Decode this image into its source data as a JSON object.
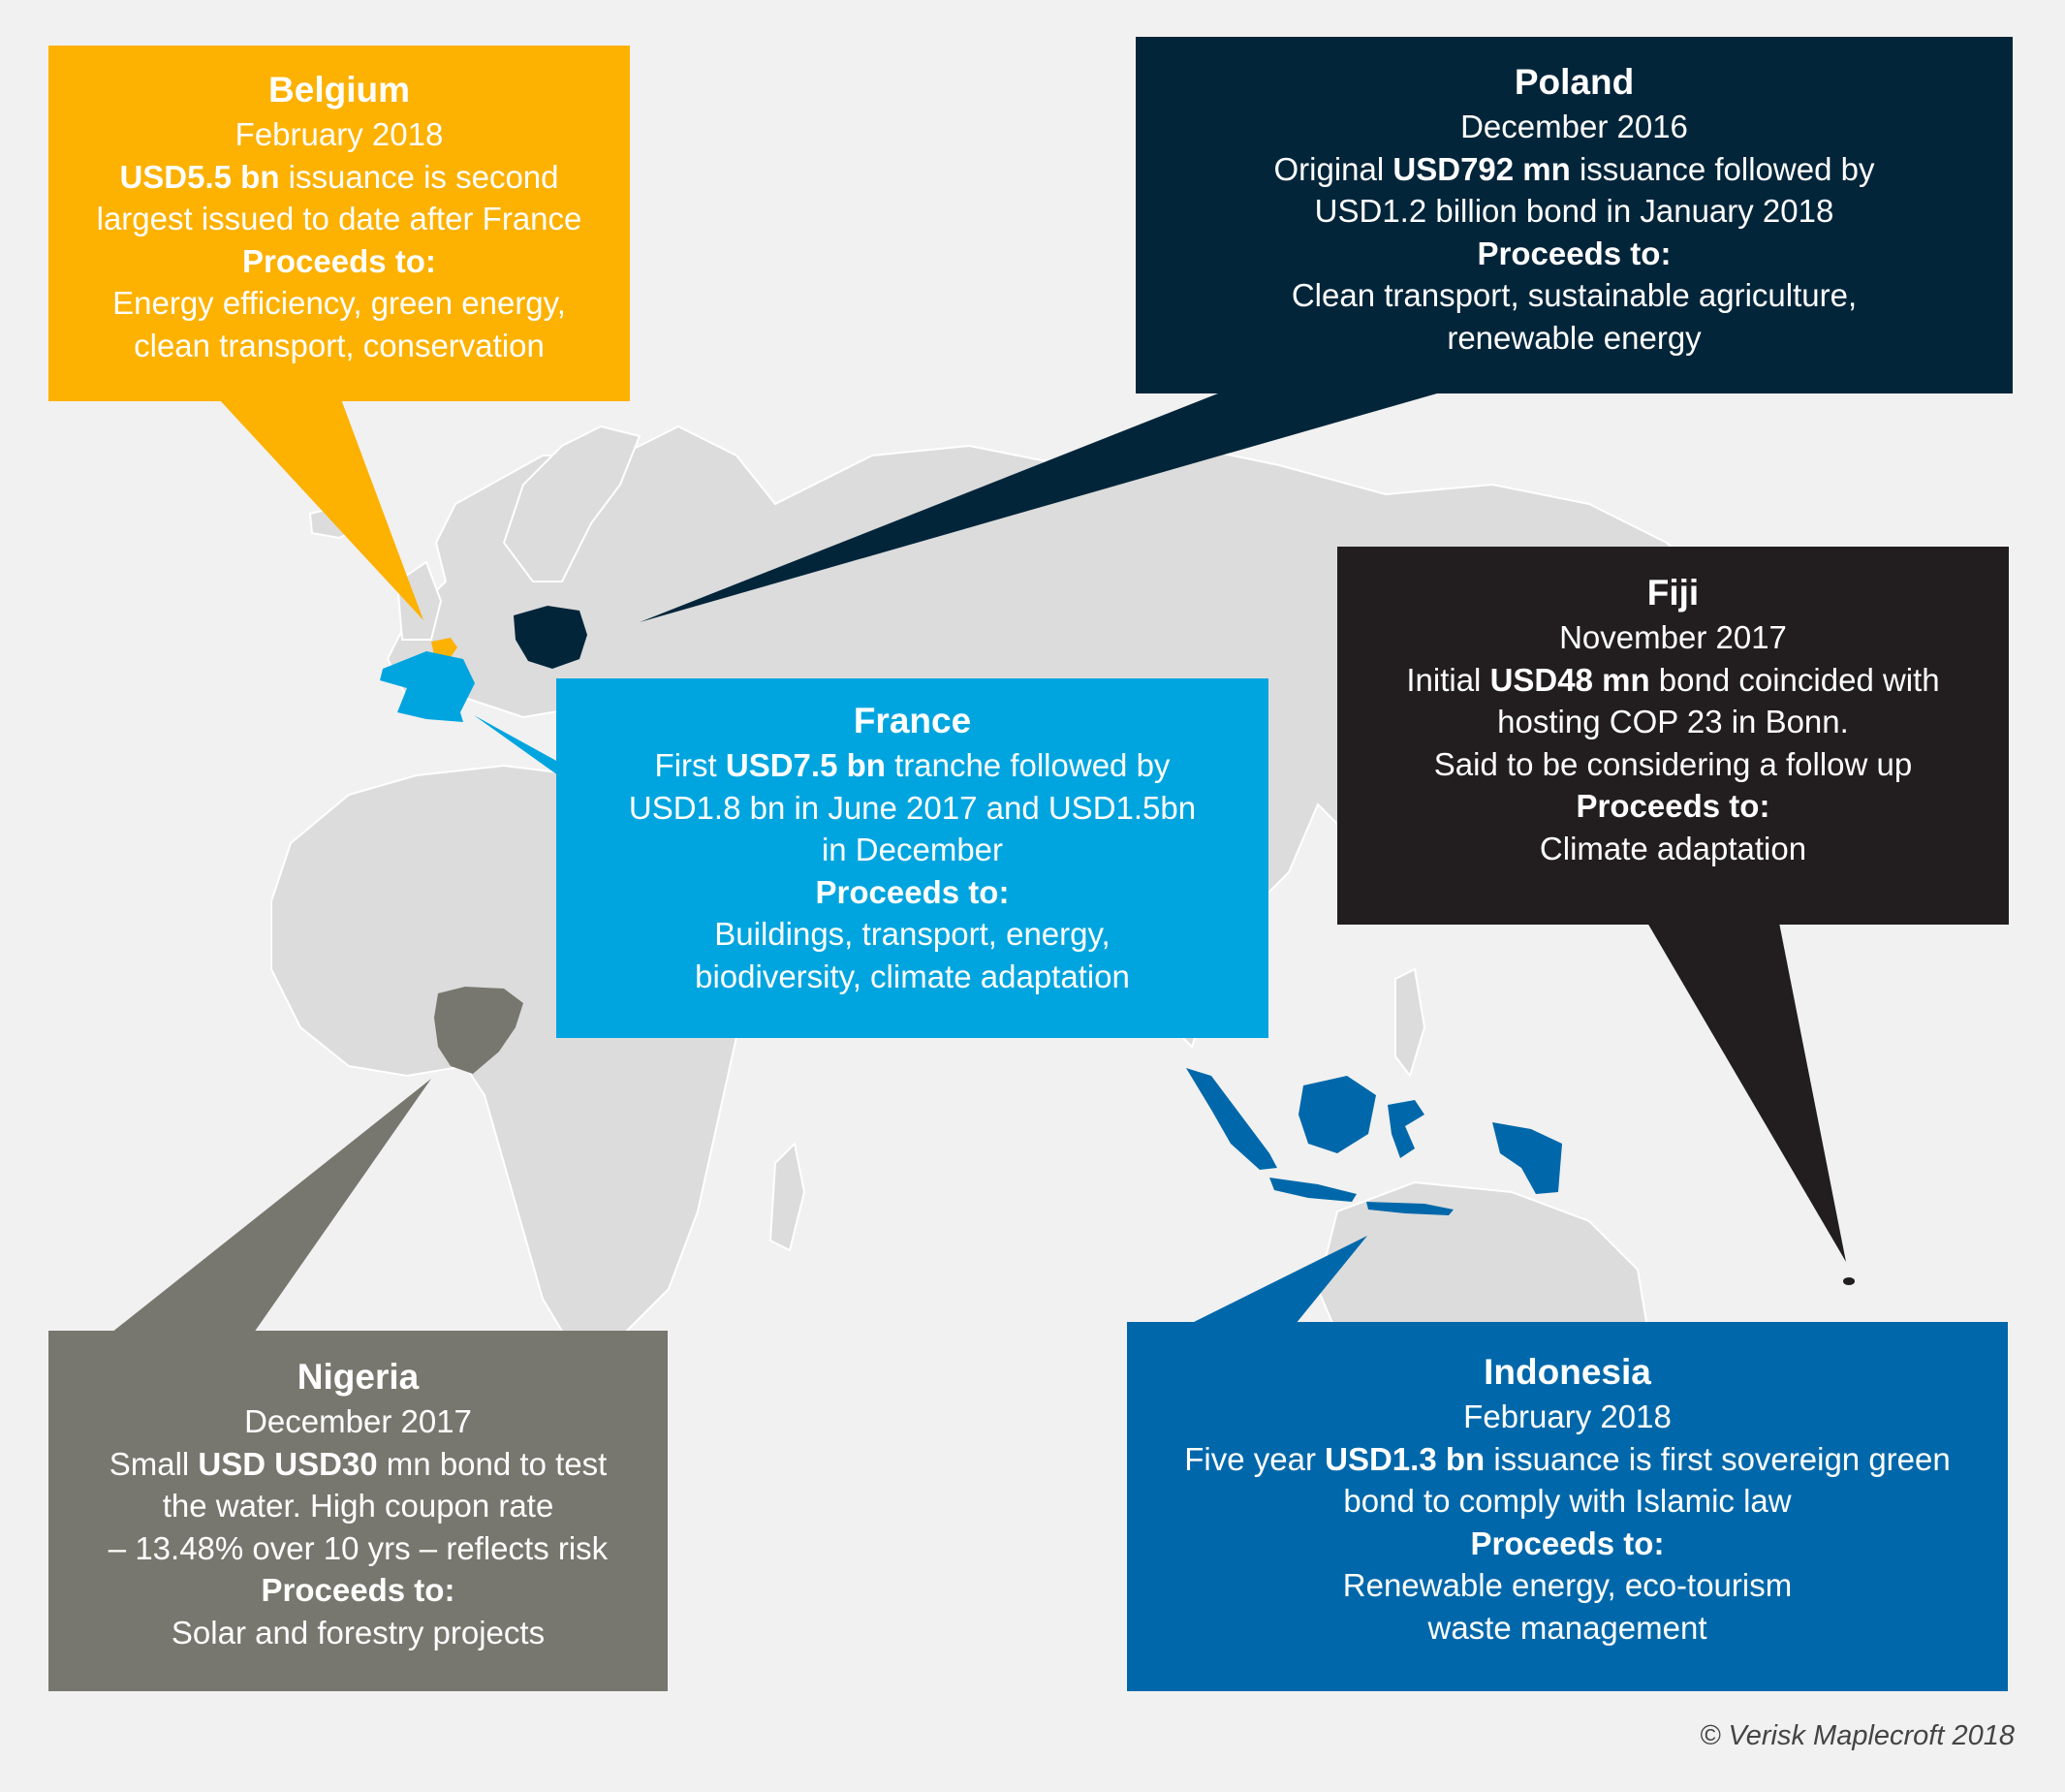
{
  "colors": {
    "background": "#f1f1f1",
    "land": "#dcdcdc",
    "belgium": "#fdb100",
    "poland": "#03253a",
    "france": "#00a5df",
    "fiji": "#221e1f",
    "nigeria": "#77776f",
    "indonesia": "#0068aa"
  },
  "callouts": {
    "belgium": {
      "country": "Belgium",
      "date": "February 2018",
      "amount": "USD5.5 bn",
      "detail_after": " issuance is second",
      "detail_2": "largest issued to date after France",
      "proceeds_label": "Proceeds to:",
      "uses_1": "Energy efficiency, green energy,",
      "uses_2": "clean transport, conservation"
    },
    "poland": {
      "country": "Poland",
      "date": "December 2016",
      "detail_before": "Original ",
      "amount": "USD792 mn",
      "detail_after": " issuance followed by",
      "detail_2": "USD1.2 billion bond in January 2018",
      "proceeds_label": "Proceeds to:",
      "uses_1": "Clean transport, sustainable agriculture,",
      "uses_2": "renewable energy"
    },
    "fiji": {
      "country": "Fiji",
      "date": "November 2017",
      "detail_before": "Initial ",
      "amount": "USD48 mn",
      "detail_after": " bond coincided with",
      "detail_2": "hosting COP 23 in Bonn.",
      "detail_3": "Said to be considering a follow up",
      "proceeds_label": "Proceeds to:",
      "uses_1": "Climate adaptation"
    },
    "france": {
      "country": "France",
      "detail_before": "First ",
      "amount": "USD7.5 bn",
      "detail_after": " tranche followed by",
      "detail_2": "USD1.8 bn in June 2017 and USD1.5bn",
      "detail_3": "in December",
      "proceeds_label": "Proceeds to:",
      "uses_1": "Buildings, transport, energy,",
      "uses_2": "biodiversity, climate adaptation"
    },
    "nigeria": {
      "country": "Nigeria",
      "date": "December 2017",
      "detail_before": "Small ",
      "amount": "USD USD30",
      "detail_after": " mn bond to test",
      "detail_2": "the water. High coupon rate",
      "detail_3": "– 13.48% over 10 yrs – reflects risk",
      "proceeds_label": "Proceeds to:",
      "uses_1": "Solar and forestry projects"
    },
    "indonesia": {
      "country": "Indonesia",
      "date": "February 2018",
      "detail_before": "Five year ",
      "amount": "USD1.3 bn",
      "detail_after": " issuance is first sovereign green",
      "detail_2": "bond to comply with Islamic law",
      "proceeds_label": "Proceeds to:",
      "uses_1": "Renewable energy, eco-tourism",
      "uses_2": "waste management"
    }
  },
  "credit": "© Verisk Maplecroft 2018"
}
